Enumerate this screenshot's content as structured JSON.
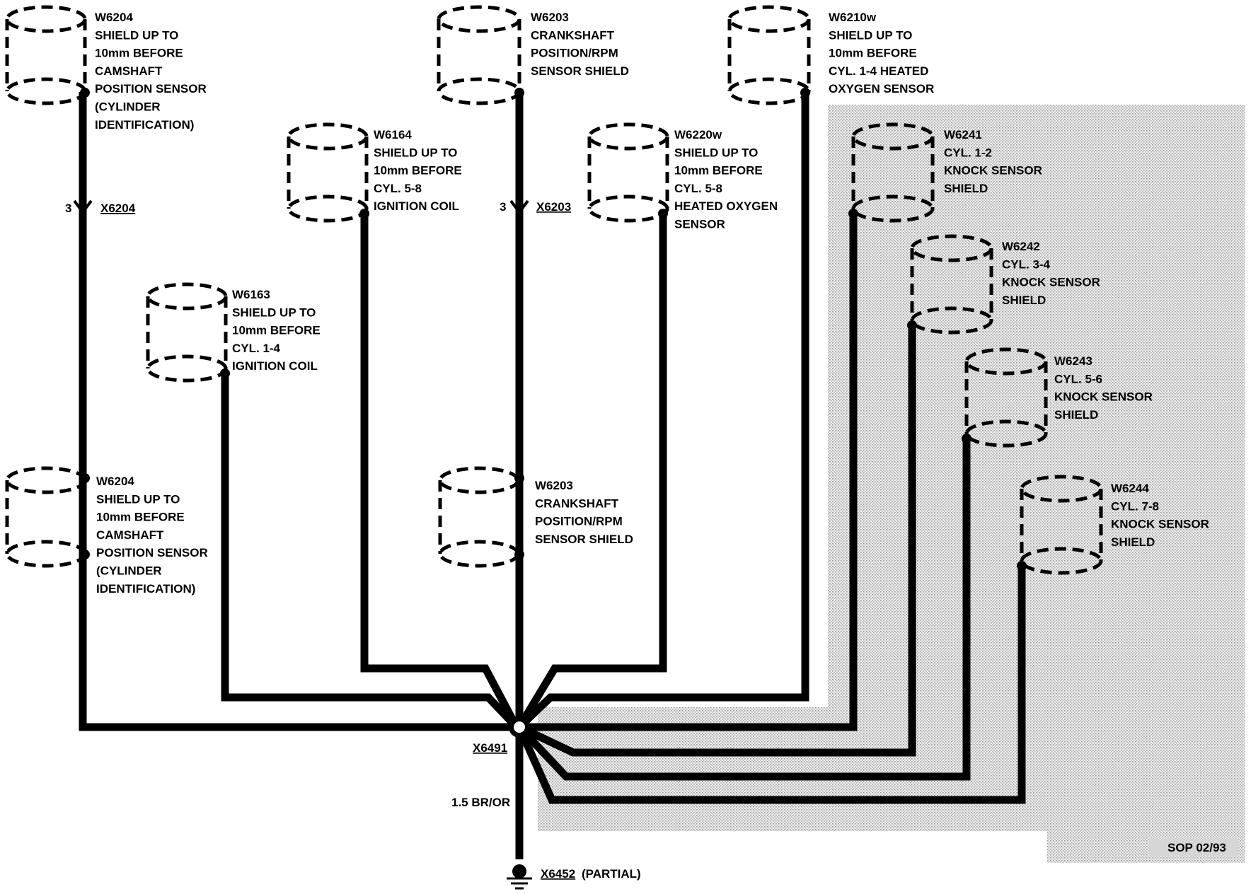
{
  "shields": [
    {
      "id": "w6204-upper",
      "lines": [
        "W6204",
        "SHIELD UP TO",
        "10mm BEFORE",
        "CAMSHAFT",
        "POSITION SENSOR",
        "(CYLINDER",
        "IDENTIFICATION)"
      ]
    },
    {
      "id": "w6203-upper",
      "lines": [
        "W6203",
        "CRANKSHAFT",
        "POSITION/RPM",
        "SENSOR SHIELD"
      ]
    },
    {
      "id": "w6210w",
      "lines": [
        "W6210w",
        "SHIELD UP TO",
        "10mm BEFORE",
        "CYL. 1-4 HEATED",
        "OXYGEN SENSOR"
      ]
    },
    {
      "id": "w6164",
      "lines": [
        "W6164",
        "SHIELD UP TO",
        "10mm BEFORE",
        "CYL. 5-8",
        "IGNITION COIL"
      ]
    },
    {
      "id": "w6220w",
      "lines": [
        "W6220w",
        "SHIELD UP TO",
        "10mm BEFORE",
        "CYL. 5-8",
        "HEATED OXYGEN",
        "SENSOR"
      ]
    },
    {
      "id": "w6163",
      "lines": [
        "W6163",
        "SHIELD UP TO",
        "10mm BEFORE",
        "CYL. 1-4",
        "IGNITION COIL"
      ]
    },
    {
      "id": "w6204-lower",
      "lines": [
        "W6204",
        "SHIELD UP TO",
        "10mm BEFORE",
        "CAMSHAFT",
        "POSITION SENSOR",
        "(CYLINDER",
        "IDENTIFICATION)"
      ]
    },
    {
      "id": "w6203-lower",
      "lines": [
        "W6203",
        "CRANKSHAFT",
        "POSITION/RPM",
        "SENSOR SHIELD"
      ]
    },
    {
      "id": "w6241",
      "lines": [
        "W6241",
        "CYL. 1-2",
        "KNOCK SENSOR",
        "SHIELD"
      ]
    },
    {
      "id": "w6242",
      "lines": [
        "W6242",
        "CYL. 3-4",
        "KNOCK SENSOR",
        "SHIELD"
      ]
    },
    {
      "id": "w6243",
      "lines": [
        "W6243",
        "CYL. 5-6",
        "KNOCK SENSOR",
        "SHIELD"
      ]
    },
    {
      "id": "w6244",
      "lines": [
        "W6244",
        "CYL. 7-8",
        "KNOCK SENSOR",
        "SHIELD"
      ]
    }
  ],
  "connectors": {
    "x6204": {
      "pin": "3",
      "name": "X6204"
    },
    "x6203": {
      "pin": "3",
      "name": "X6203"
    },
    "splice": {
      "name": "X6491"
    },
    "ground": {
      "name": "X6452",
      "note": "(PARTIAL)"
    }
  },
  "wire_spec": "1.5 BR/OR",
  "footer": "SOP 02/93",
  "colors": {
    "ink": "#000000",
    "shade": "#d8d8d8",
    "background": "#ffffff"
  }
}
